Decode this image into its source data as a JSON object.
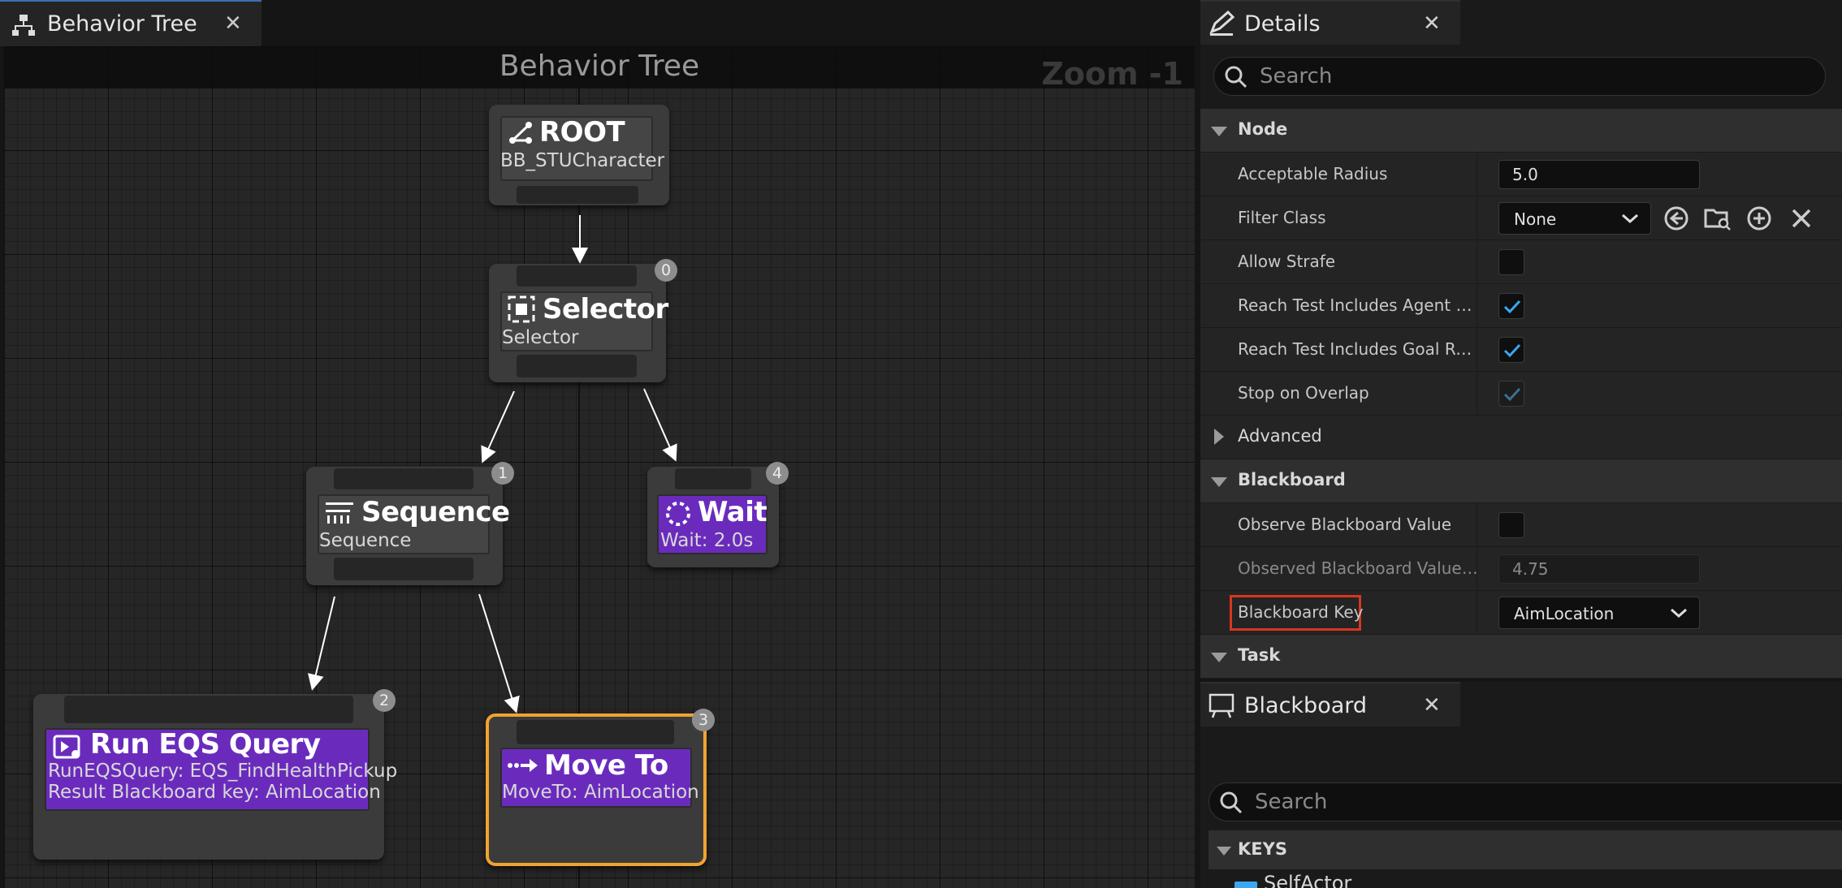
{
  "graph_tab": {
    "label": "Behavior Tree",
    "close": "✕"
  },
  "graph": {
    "title": "Behavior Tree",
    "zoom": "Zoom -1",
    "nodes": {
      "root": {
        "title": "ROOT",
        "sub": "BB_STUCharacter"
      },
      "selector": {
        "title": "Selector",
        "sub": "Selector",
        "index": "0"
      },
      "sequence": {
        "title": "Sequence",
        "sub": "Sequence",
        "index": "1"
      },
      "wait": {
        "title": "Wait",
        "sub": "Wait: 2.0s",
        "index": "4"
      },
      "run_eqs": {
        "title": "Run EQS Query",
        "sub1": "RunEQSQuery: EQS_FindHealthPickup",
        "sub2": "Result Blackboard key: AimLocation",
        "index": "2"
      },
      "move_to": {
        "title": "Move To",
        "sub": "MoveTo: AimLocation",
        "index": "3"
      }
    }
  },
  "details": {
    "tab_label": "Details",
    "close": "✕",
    "search_placeholder": "Search",
    "categories": {
      "node": "Node",
      "advanced": "Advanced",
      "blackboard": "Blackboard",
      "task": "Task"
    },
    "properties": {
      "acceptable_radius": {
        "label": "Acceptable Radius",
        "value": "5.0"
      },
      "filter_class": {
        "label": "Filter Class",
        "value": "None"
      },
      "allow_strafe": {
        "label": "Allow Strafe",
        "checked": false
      },
      "reach_agent": {
        "label": "Reach Test Includes Agent Radius",
        "checked": true
      },
      "reach_goal": {
        "label": "Reach Test Includes Goal Radius",
        "checked": true
      },
      "stop_overlap": {
        "label": "Stop on Overlap",
        "checked": true
      },
      "observe_bb": {
        "label": "Observe Blackboard Value",
        "checked": false
      },
      "observed_tolerance": {
        "label": "Observed Blackboard Value Tolerance",
        "value": "4.75"
      },
      "bb_key": {
        "label": "Blackboard Key",
        "value": "AimLocation"
      }
    }
  },
  "blackboard": {
    "tab_label": "Blackboard",
    "close": "✕",
    "search_placeholder": "Search",
    "keys_header": "KEYS",
    "first_key": "SelfActor"
  },
  "colors": {
    "accent_purple": "#6a2bbd",
    "selection_orange": "#f0a330",
    "highlight_red": "#d9351f",
    "check_blue": "#3aa7f0"
  }
}
